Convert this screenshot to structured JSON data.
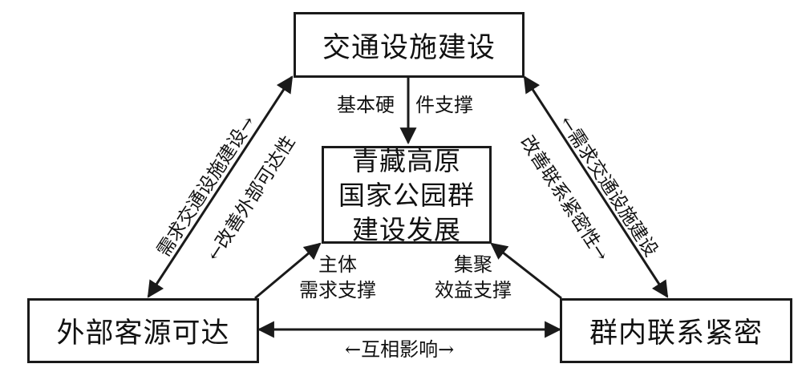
{
  "nodes": {
    "top": "交通设施建设",
    "center": [
      "青藏高原",
      "国家公园群",
      "建设发展"
    ],
    "left": "外部客源可达",
    "right": "群内联系紧密"
  },
  "edges": {
    "top_center_left": "基本硬",
    "top_center_right": "件支撑",
    "left_center": [
      "主体",
      "需求支撑"
    ],
    "right_center": [
      "集聚",
      "效益支撑"
    ],
    "left_right": "←互相影响→",
    "left_side_outer": "需求交通设施建设→",
    "left_side_inner": "←改善外部可达性",
    "right_side_outer": "←需求交通设施建设",
    "right_side_inner": "改善联系紧密性→"
  },
  "colors": {
    "ink": "#1a1a1a",
    "background": "#ffffff"
  }
}
